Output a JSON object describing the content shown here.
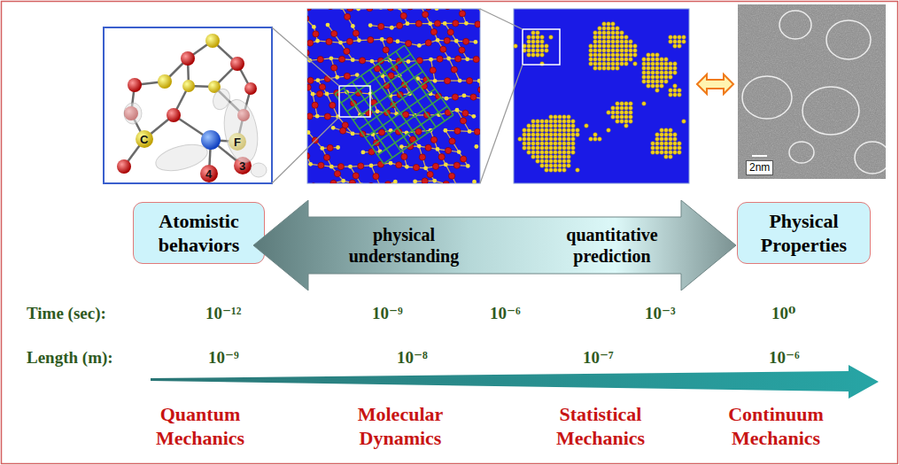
{
  "diagram": {
    "nodes": [
      {
        "text": [
          "Atomistic behaviors"
        ]
      },
      {
        "text": [
          "physical understanding",
          "quantitative prediction"
        ]
      },
      {
        "text": [
          "Physical Properties"
        ]
      }
    ],
    "labels": [
      "F",
      "C",
      "3",
      "4",
      "2nm",
      "Time (sec):",
      "10⁻¹²",
      "10⁻⁹",
      "10⁻⁶",
      "10⁻³",
      "10⁰",
      "Length (m):",
      "10⁻⁹",
      "10⁻⁸",
      "10⁻⁷",
      "10⁻⁶",
      "Quantum Mechanics",
      "Molecular Dynamics",
      "Statistical Mechanics",
      "Continuum Mechanics"
    ]
  }
}
